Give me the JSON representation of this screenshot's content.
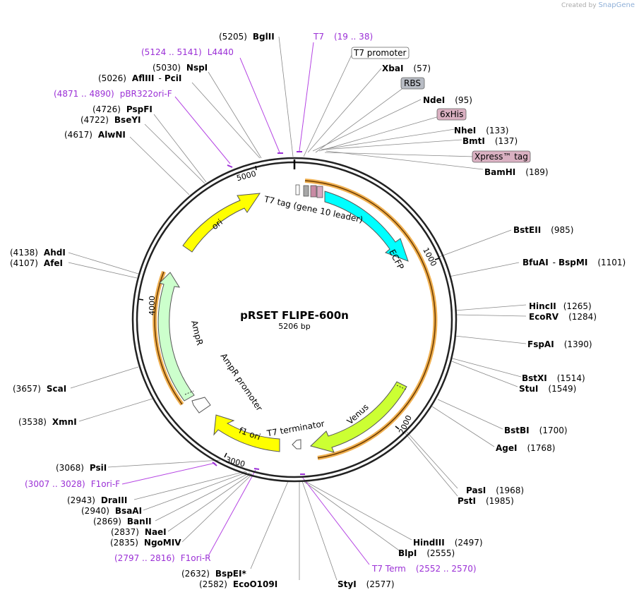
{
  "credit": {
    "prefix": "Created by",
    "brand": "SnapGene"
  },
  "plasmid": {
    "name": "pRSET FLIPE-600n",
    "size_label": "5206 bp",
    "length": 5206
  },
  "ticks": [
    "1000",
    "2000",
    "3000",
    "4000",
    "5000"
  ],
  "features": {
    "ecfp": "ECFP",
    "t7tag": "T7 tag (gene 10 leader)",
    "venus": "Venus",
    "t7term": "T7 terminator",
    "f1ori": "f1 ori",
    "ampr_promoter": "AmpR promoter",
    "ampr": "AmpR",
    "ori": "ori"
  },
  "sites": [
    {
      "name": "BglII",
      "pos": "(5205)"
    },
    {
      "name": "NspI",
      "pos": "(5030)"
    },
    {
      "name": "AflIII",
      "name2": "PciI",
      "pos": "(5026)"
    },
    {
      "name": "PspFI",
      "pos": "(4726)"
    },
    {
      "name": "BseYI",
      "pos": "(4722)"
    },
    {
      "name": "AlwNI",
      "pos": "(4617)"
    },
    {
      "name": "AhdI",
      "pos": "(4138)"
    },
    {
      "name": "AfeI",
      "pos": "(4107)"
    },
    {
      "name": "ScaI",
      "pos": "(3657)"
    },
    {
      "name": "XmnI",
      "pos": "(3538)"
    },
    {
      "name": "PsiI",
      "pos": "(3068)"
    },
    {
      "name": "DraIII",
      "pos": "(2943)"
    },
    {
      "name": "BsaAI",
      "pos": "(2940)"
    },
    {
      "name": "BanII",
      "pos": "(2869)"
    },
    {
      "name": "NaeI",
      "pos": "(2837)"
    },
    {
      "name": "NgoMIV",
      "pos": "(2835)"
    },
    {
      "name": "BspEI",
      "mark": "*",
      "pos": "(2632)"
    },
    {
      "name": "EcoO109I",
      "pos": "(2582)"
    },
    {
      "name": "StyI",
      "pos": "(2577)"
    },
    {
      "name": "BlpI",
      "pos": "(2555)"
    },
    {
      "name": "HindIII",
      "pos": "(2497)"
    },
    {
      "name": "PstI",
      "pos": "(1985)"
    },
    {
      "name": "PasI",
      "pos": "(1968)"
    },
    {
      "name": "AgeI",
      "pos": "(1768)"
    },
    {
      "name": "BstBI",
      "pos": "(1700)"
    },
    {
      "name": "StuI",
      "pos": "(1549)"
    },
    {
      "name": "BstXI",
      "pos": "(1514)"
    },
    {
      "name": "FspAI",
      "pos": "(1390)"
    },
    {
      "name": "EcoRV",
      "pos": "(1284)"
    },
    {
      "name": "HincII",
      "pos": "(1265)"
    },
    {
      "name": "BfuAI",
      "name2": "BspMI",
      "pos": "(1101)"
    },
    {
      "name": "BstEII",
      "pos": "(985)"
    },
    {
      "name": "BamHI",
      "pos": "(189)"
    },
    {
      "name": "BmtI",
      "pos": "(137)"
    },
    {
      "name": "NheI",
      "pos": "(133)"
    },
    {
      "name": "NdeI",
      "pos": "(95)"
    },
    {
      "name": "XbaI",
      "pos": "(57)"
    }
  ],
  "primers": [
    {
      "name": "T7",
      "range": "(19 .. 38)"
    },
    {
      "name": "L4440",
      "range": "(5124 .. 5141)"
    },
    {
      "name": "pBR322ori-F",
      "range": "(4871 .. 4890)"
    },
    {
      "name": "F1ori-F",
      "range": "(3007 .. 3028)"
    },
    {
      "name": "F1ori-R",
      "range": "(2797 .. 2816)"
    },
    {
      "name": "T7 Term",
      "range": "(2552 .. 2570)"
    }
  ],
  "boxes": [
    "T7 promoter",
    "RBS",
    "6xHis",
    "Xpress™ tag"
  ]
}
